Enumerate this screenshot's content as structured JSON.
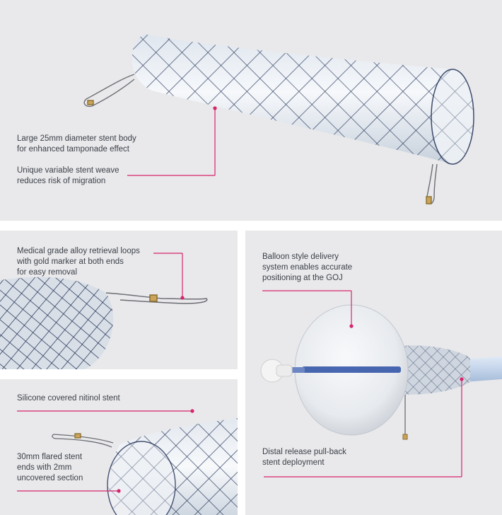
{
  "accent_color": "#d6246e",
  "panels": {
    "top": {
      "callout_1": {
        "line1": "Large 25mm diameter stent body",
        "line2": "for enhanced tamponade effect"
      },
      "callout_2": {
        "line1": "Unique variable stent weave",
        "line2": "reduces risk of migration"
      }
    },
    "loops": {
      "callout": {
        "line1": "Medical grade alloy retrieval loops",
        "line2": "with gold marker at both ends",
        "line3": "for easy removal"
      }
    },
    "silicone": {
      "callout_1": {
        "line1": "Silicone covered nitinol stent"
      },
      "callout_2": {
        "line1": "30mm flared stent",
        "line2": "ends with 2mm",
        "line3": "uncovered section"
      }
    },
    "balloon": {
      "callout_1": {
        "line1": "Balloon style delivery",
        "line2": "system enables accurate",
        "line3": "positioning at the GOJ"
      },
      "callout_2": {
        "line1": "Distal release pull-back",
        "line2": "stent deployment"
      }
    }
  }
}
